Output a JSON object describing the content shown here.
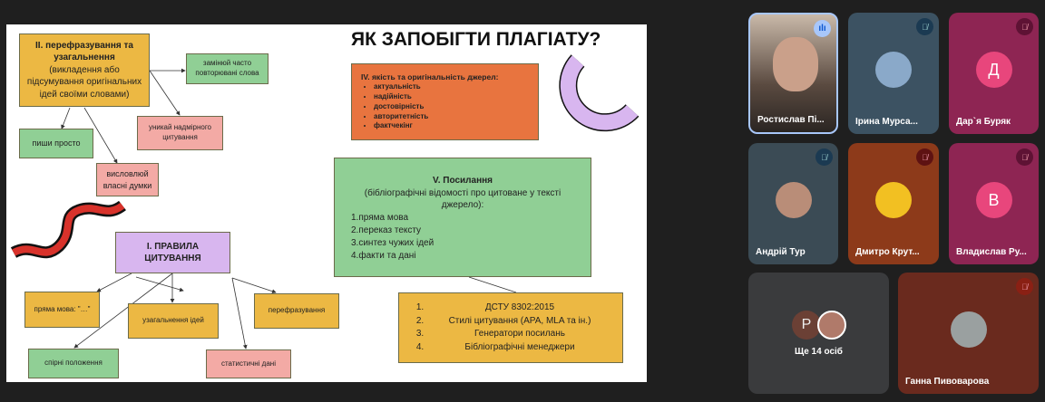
{
  "slide": {
    "title": "ЯК ЗАПОБІГТИ ПЛАГІАТУ?",
    "box2": {
      "title": "II. перефразування та узагальнення",
      "sub": "(викладення або підсумування оригінальних ідей своїми словами)"
    },
    "box2_children": [
      "замінюй часто повторювані слова",
      "уникай надмірного цитування",
      "пиши просто",
      "висловлюй власні думки"
    ],
    "box4": {
      "title": "IV. якість та оригінальність джерел:",
      "items": [
        "актуальність",
        "надійність",
        "достовірність",
        "авторитетність",
        "фактчекінг"
      ]
    },
    "box5": {
      "title": "V. Посилання",
      "sub": "(бібліографічні відомості про цитоване у тексті джерело):",
      "items": [
        "1.пряма мова",
        "2.переказ тексту",
        "3.синтез чужих ідей",
        "4.факти та дані"
      ]
    },
    "box_tools": {
      "items": [
        [
          "1.",
          "ДСТУ 8302:2015"
        ],
        [
          "2.",
          "Стилі цитування (APA, MLA та ін.)"
        ],
        [
          "3.",
          "Генератори посилань"
        ],
        [
          "4.",
          "Бібліографічні менеджери"
        ]
      ]
    },
    "box1": {
      "title": "I. ПРАВИЛА ЦИТУВАННЯ"
    },
    "box1_children": [
      "пряма мова: \"…\"",
      "узагальнення ідей",
      "перефразування",
      "спірні положення",
      "статистичні дані"
    ]
  },
  "participants": [
    {
      "name": "Ростислав Пі...",
      "initial": "",
      "speaking": true
    },
    {
      "name": "Ірина Мурса...",
      "muted": true
    },
    {
      "name": "Дар`я Буряк",
      "initial": "Д",
      "muted": true
    },
    {
      "name": "Андрій Тур",
      "muted": true
    },
    {
      "name": "Дмитро Крут...",
      "muted": true
    },
    {
      "name": "Владислав Ру...",
      "initial": "В",
      "muted": true
    },
    {
      "name": "Ганна Пивоварова",
      "muted": true
    }
  ],
  "more": {
    "initial": "Р",
    "label": "Ще 14 осіб"
  },
  "colors": {
    "orange": "#ecb843",
    "green": "#90cf95",
    "pink": "#f3aaa5",
    "lilac": "#d8b6ef",
    "red_orange": "#e8743f"
  }
}
